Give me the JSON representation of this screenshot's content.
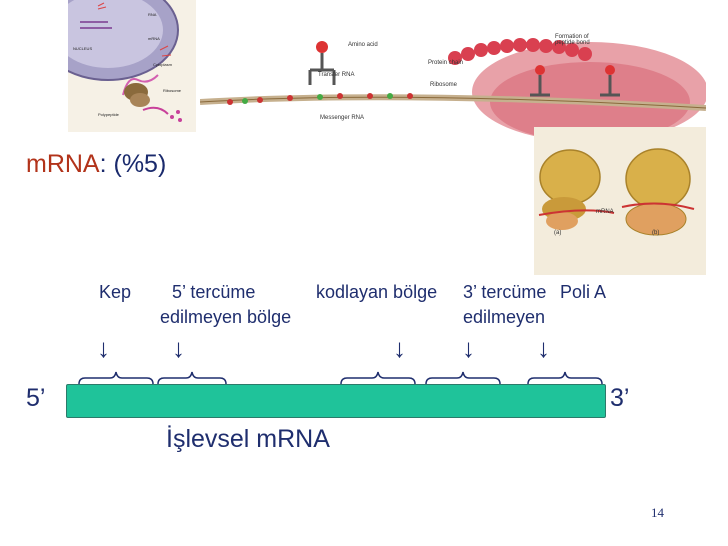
{
  "title": {
    "main": "mRNA",
    "rest": ": (%5)"
  },
  "figure_top_left": {
    "labels": [
      "RNA",
      "mRNA",
      "NUCLEUS",
      "Cytoplasm",
      "Ribosome",
      "Polypeptide"
    ]
  },
  "figure_top_right": {
    "labels": [
      "Amino acid",
      "Transfer RNA",
      "Protein chain",
      "Ribosome",
      "Messenger RNA",
      "Formation of peptide bond"
    ]
  },
  "figure_right": {
    "labels": [
      "mRNA",
      "(a)",
      "(b)"
    ]
  },
  "region_labels": {
    "kep": "Kep",
    "utr5_line1": "5’ tercüme",
    "utr5_line2": "edilmeyen bölge",
    "coding": "kodlayan bölge",
    "utr3_line1": "3’ tercüme",
    "utr3_line2": "edilmeyen",
    "polya": "Poli A"
  },
  "arrow_glyph": "↓",
  "ends": {
    "left": "5’",
    "right": "3’"
  },
  "caption": "İşlevsel mRNA",
  "page_number": "14",
  "colors": {
    "text": "#1f2e6e",
    "accent": "#b2331a",
    "strand": "#1fc39a"
  }
}
